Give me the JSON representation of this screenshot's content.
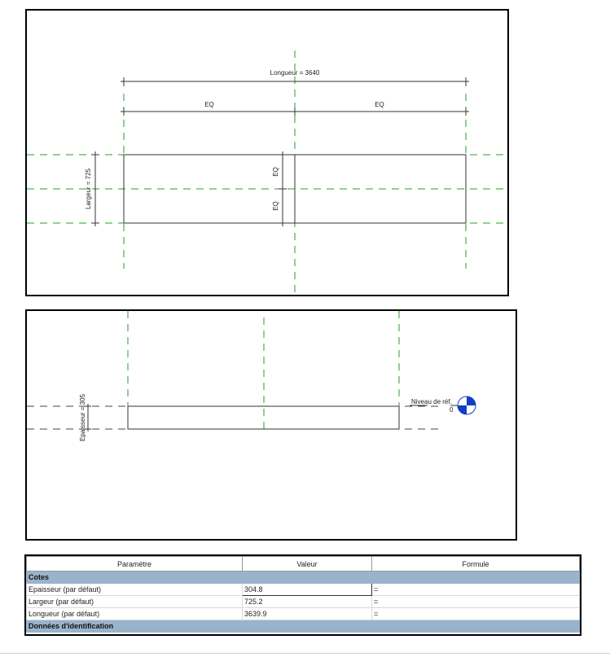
{
  "plan_view": {
    "length_dim": "Longueur = 3640",
    "eq_labels": [
      "EQ",
      "EQ"
    ],
    "width_dim": "Largeur = 725",
    "eq_vertical": [
      "EQ",
      "EQ"
    ]
  },
  "elevation_view": {
    "thickness_dim": "Epaisseur = 305",
    "level_name": "Niveau de réf.",
    "level_value": "0"
  },
  "params_table": {
    "headers": [
      "Paramètre",
      "Valeur",
      "Formule"
    ],
    "groups": [
      {
        "name": "Cotes",
        "rows": [
          {
            "param": "Epaisseur (par défaut)",
            "value": "304.8",
            "formula": "="
          },
          {
            "param": "Largeur (par défaut)",
            "value": "725.2",
            "formula": "="
          },
          {
            "param": "Longueur (par défaut)",
            "value": "3639.9",
            "formula": "="
          }
        ]
      },
      {
        "name": "Données d'identification",
        "rows": []
      }
    ]
  },
  "colors": {
    "ref_plane": "#2a9d2a",
    "group_header": "#9ab3cc",
    "level_symbol": "#1040c0"
  }
}
